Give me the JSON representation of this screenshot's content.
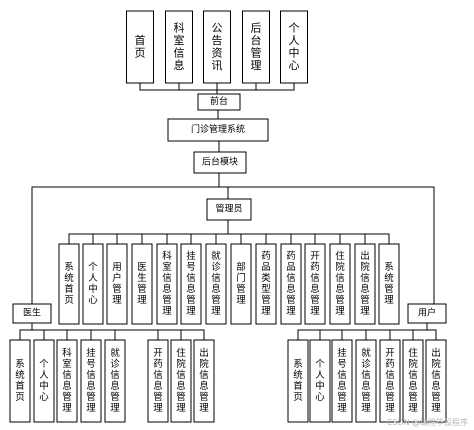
{
  "front_pages": [
    "首页",
    "科室信息",
    "公告资讯",
    "后台管理",
    "个人中心"
  ],
  "front_label": "前台",
  "system_label": "门诊管理系统",
  "backend_label": "后台模块",
  "admin": {
    "label": "管理员",
    "modules": [
      "系统首页",
      "个人中心",
      "用户管理",
      "医生管理",
      "科室信息管理",
      "挂号信息管理",
      "就诊信息管理",
      "部门管理",
      "药品类型管理",
      "药品信息管理",
      "开药信息管理",
      "住院信息管理",
      "出院信息管理",
      "系统管理"
    ]
  },
  "doctor": {
    "label": "医生",
    "modules": [
      "系统首页",
      "个人中心",
      "科室信息管理",
      "挂号信息管理",
      "就诊信息管理",
      "开药信息管理",
      "住院信息管理",
      "出院信息管理"
    ]
  },
  "user": {
    "label": "用户",
    "modules": [
      "系统首页",
      "个人中心",
      "挂号信息管理",
      "就诊信息管理",
      "开药信息管理",
      "住院信息管理",
      "出院信息管理"
    ]
  },
  "watermark": "CSDN @编程毕设程序"
}
